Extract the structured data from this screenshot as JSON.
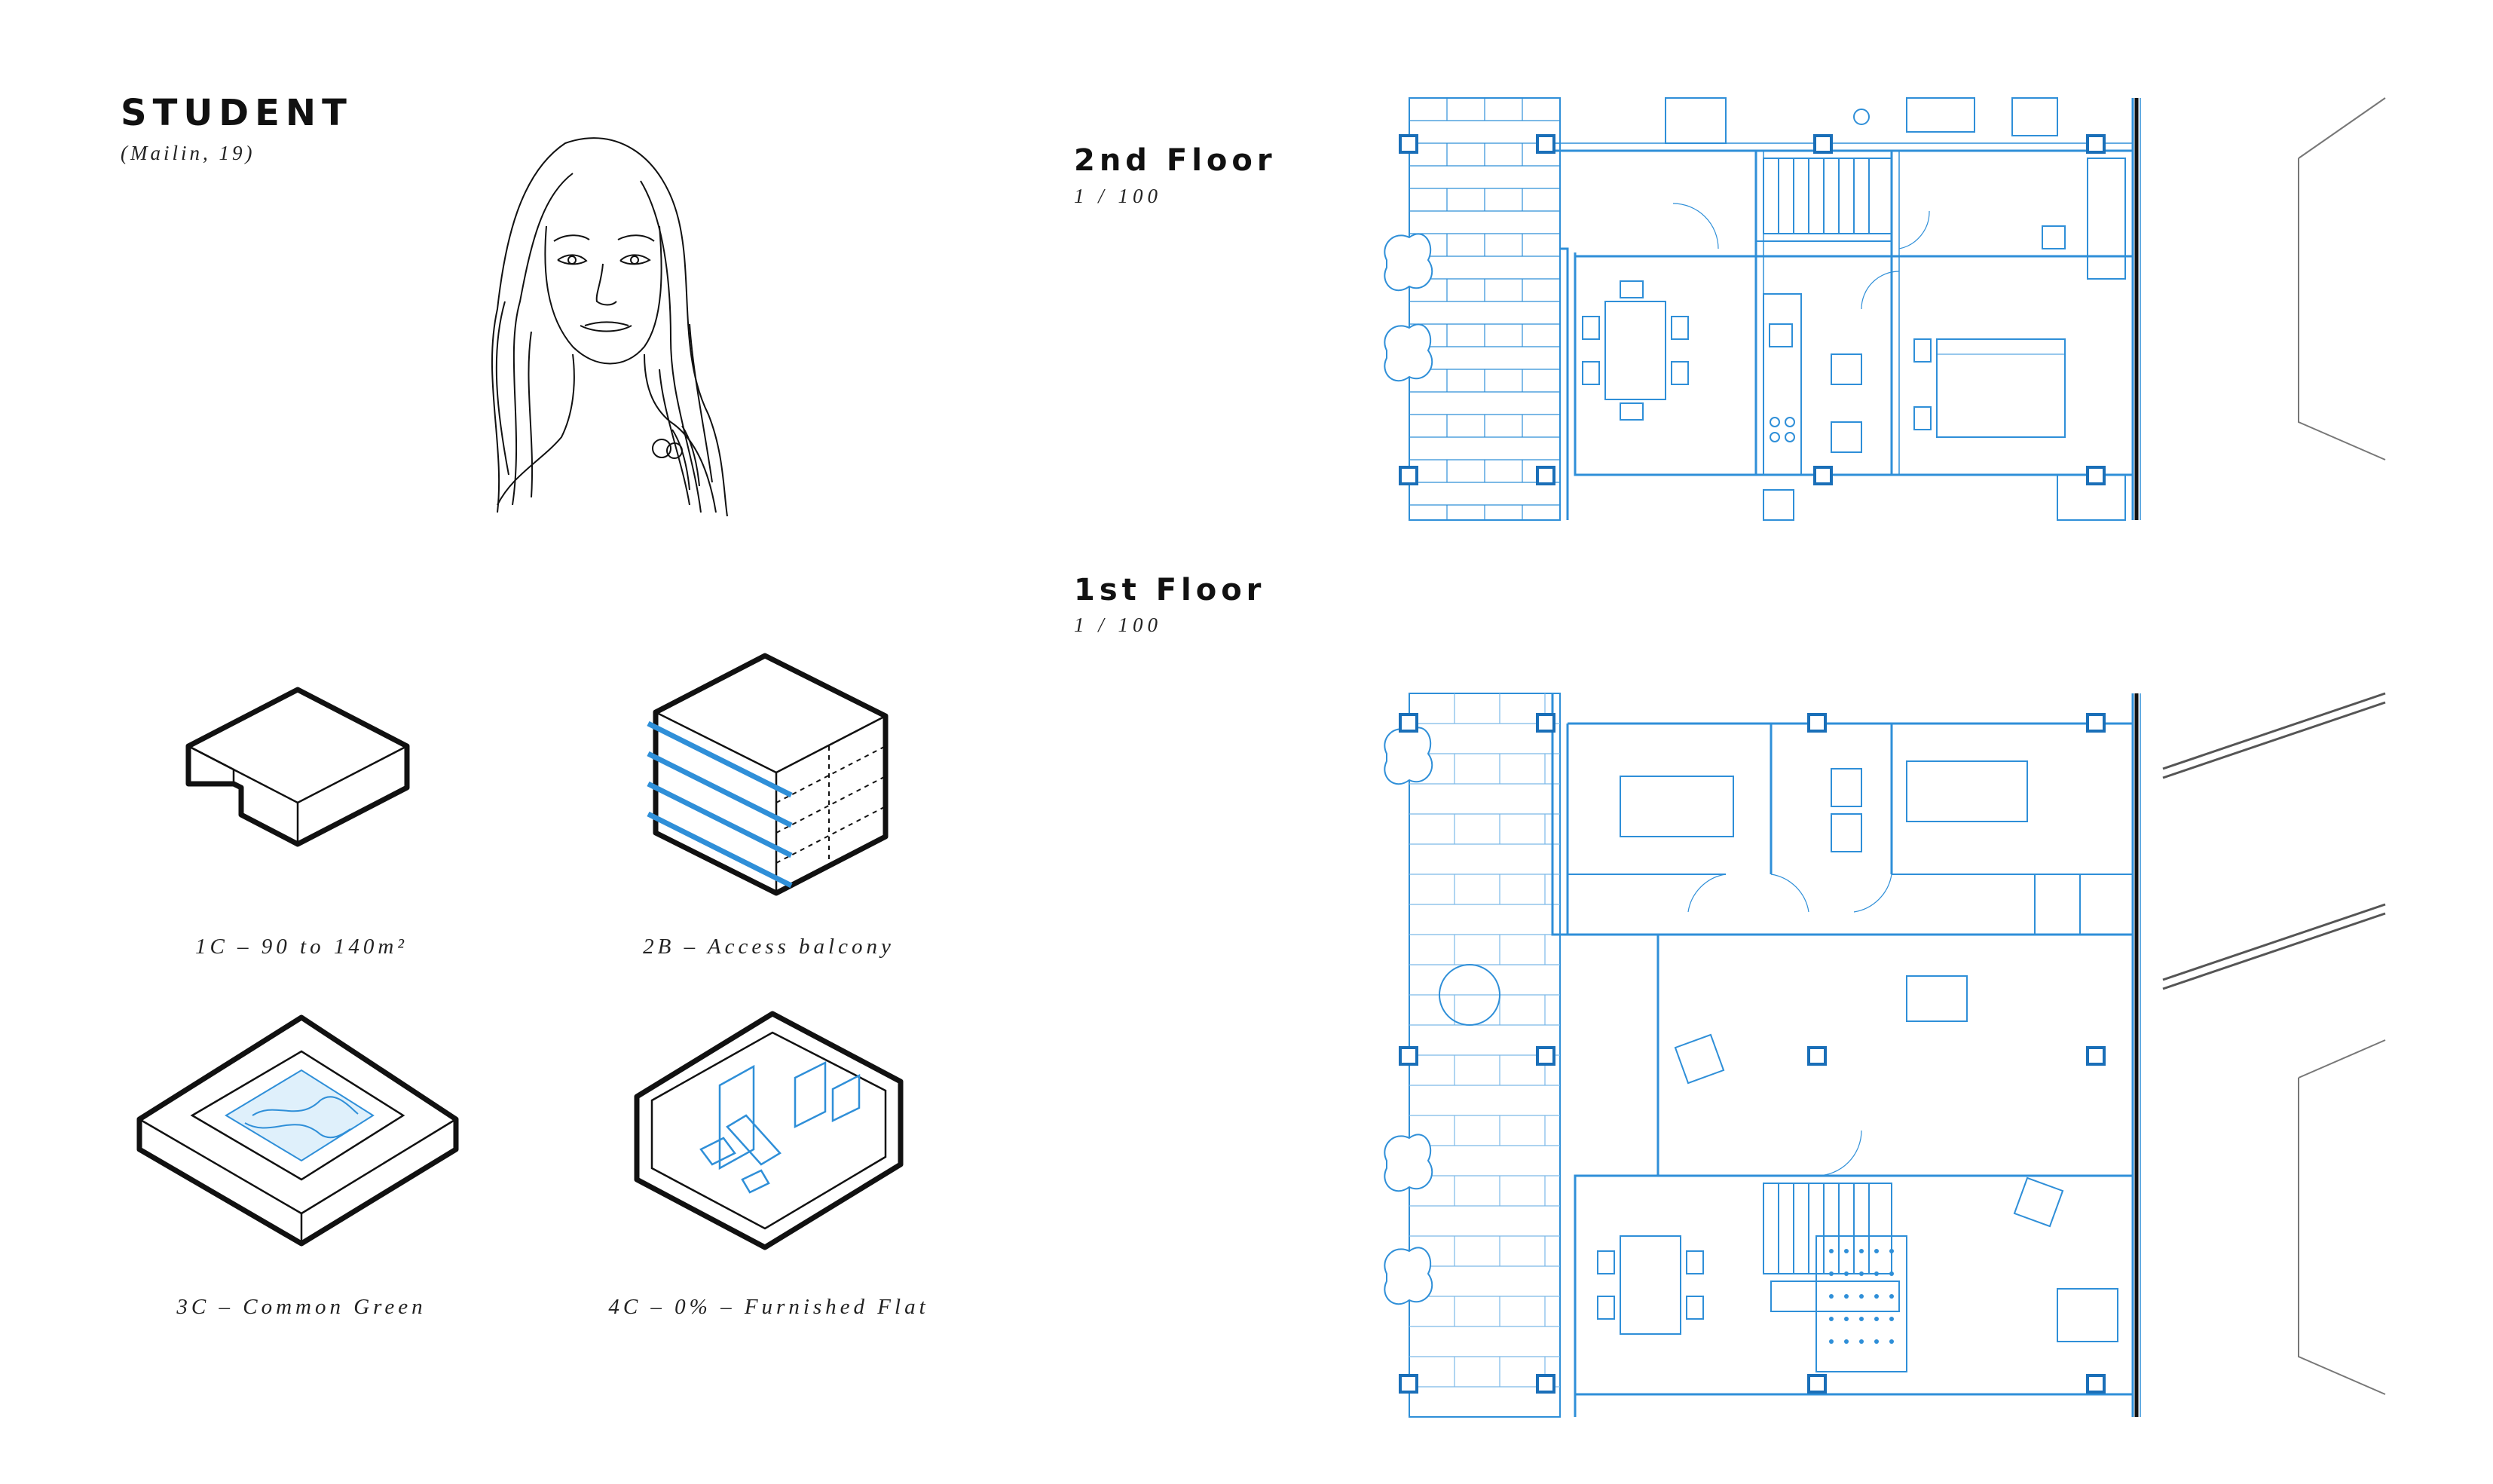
{
  "persona": {
    "title": "STUDENT",
    "subtitle": "(Mailin, 19)"
  },
  "typologies": [
    {
      "caption": "1C – 90 to 140m²"
    },
    {
      "caption": "2B – Access balcony"
    },
    {
      "caption": "3C – Common Green"
    },
    {
      "caption": "4C – 0% – Furnished Flat"
    }
  ],
  "floors": [
    {
      "title": "2nd Floor",
      "scale": "1 / 100"
    },
    {
      "title": "1st Floor",
      "scale": "1 / 100"
    }
  ],
  "colors": {
    "plan_blue": "#2f8fd8",
    "plan_dark_blue": "#1a6fb8",
    "line_black": "#111111"
  }
}
